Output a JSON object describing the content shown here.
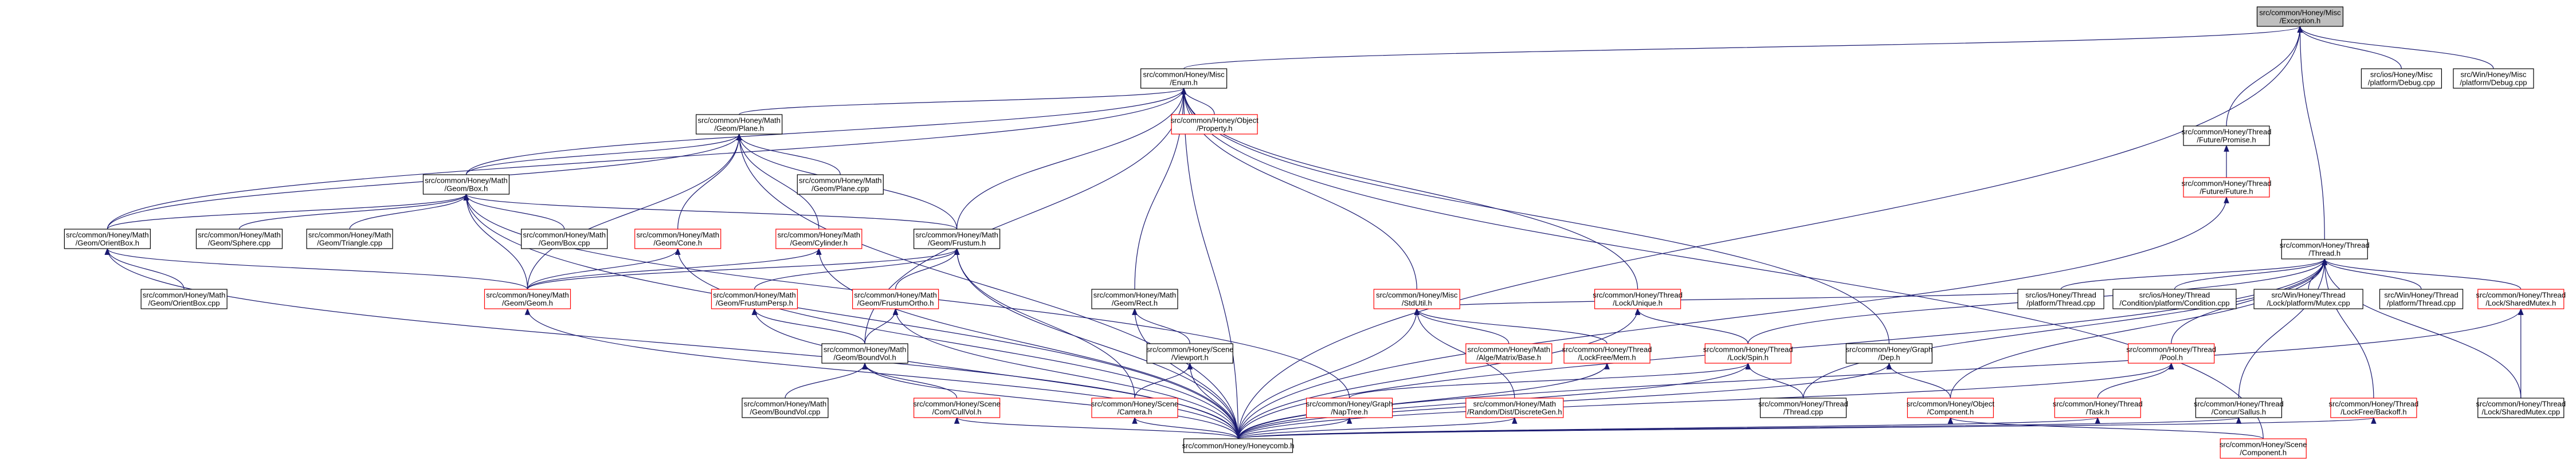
{
  "colors": {
    "edge": "#191970",
    "node_border": "#000000",
    "missing_doc_border": "#ff0000",
    "root_fill": "#bfbfbf",
    "background": "#ffffff"
  },
  "nodes": {
    "exception": {
      "lines": [
        "src/common/Honey/Misc",
        "/Exception.h"
      ],
      "style": "root"
    },
    "enum": {
      "lines": [
        "src/common/Honey/Misc",
        "/Enum.h"
      ],
      "style": "normal"
    },
    "ios_debug": {
      "lines": [
        "src/ios/Honey/Misc",
        "/platform/Debug.cpp"
      ],
      "style": "normal"
    },
    "win_debug": {
      "lines": [
        "src/Win/Honey/Misc",
        "/platform/Debug.cpp"
      ],
      "style": "normal"
    },
    "future_promise": {
      "lines": [
        "src/common/Honey/Thread",
        "/Future/Promise.h"
      ],
      "style": "normal"
    },
    "future_future": {
      "lines": [
        "src/common/Honey/Thread",
        "/Future/Future.h"
      ],
      "style": "red"
    },
    "plane_h": {
      "lines": [
        "src/common/Honey/Math",
        "/Geom/Plane.h"
      ],
      "style": "normal"
    },
    "object_property": {
      "lines": [
        "src/common/Honey/Object",
        "/Property.h"
      ],
      "style": "red"
    },
    "box_h": {
      "lines": [
        "src/common/Honey/Math",
        "/Geom/Box.h"
      ],
      "style": "normal"
    },
    "plane_cpp": {
      "lines": [
        "src/common/Honey/Math",
        "/Geom/Plane.cpp"
      ],
      "style": "normal"
    },
    "orientbox_h": {
      "lines": [
        "src/common/Honey/Math",
        "/Geom/OrientBox.h"
      ],
      "style": "normal"
    },
    "sphere_cpp": {
      "lines": [
        "src/common/Honey/Math",
        "/Geom/Sphere.cpp"
      ],
      "style": "normal"
    },
    "triangle_cpp": {
      "lines": [
        "src/common/Honey/Math",
        "/Geom/Triangle.cpp"
      ],
      "style": "normal"
    },
    "box_cpp": {
      "lines": [
        "src/common/Honey/Math",
        "/Geom/Box.cpp"
      ],
      "style": "normal"
    },
    "cone_h": {
      "lines": [
        "src/common/Honey/Math",
        "/Geom/Cone.h"
      ],
      "style": "red"
    },
    "cylinder_h": {
      "lines": [
        "src/common/Honey/Math",
        "/Geom/Cylinder.h"
      ],
      "style": "red"
    },
    "frustum_h": {
      "lines": [
        "src/common/Honey/Math",
        "/Geom/Frustum.h"
      ],
      "style": "normal"
    },
    "thread_h": {
      "lines": [
        "src/common/Honey/Thread",
        "/Thread.h"
      ],
      "style": "normal"
    },
    "orientbox_cpp": {
      "lines": [
        "src/common/Honey/Math",
        "/Geom/OrientBox.cpp"
      ],
      "style": "normal"
    },
    "geom_h": {
      "lines": [
        "src/common/Honey/Math",
        "/Geom/Geom.h"
      ],
      "style": "red"
    },
    "frustumpersp_h": {
      "lines": [
        "src/common/Honey/Math",
        "/Geom/FrustumPersp.h"
      ],
      "style": "red"
    },
    "frustumortho_h": {
      "lines": [
        "src/common/Honey/Math",
        "/Geom/FrustumOrtho.h"
      ],
      "style": "red"
    },
    "rect_h": {
      "lines": [
        "src/common/Honey/Math",
        "/Geom/Rect.h"
      ],
      "style": "normal"
    },
    "stdutil_h": {
      "lines": [
        "src/common/Honey/Misc",
        "/StdUtil.h"
      ],
      "style": "red"
    },
    "lock_unique": {
      "lines": [
        "src/common/Honey/Thread",
        "/Lock/Unique.h"
      ],
      "style": "red"
    },
    "ios_thread_cpp": {
      "lines": [
        "src/ios/Honey/Thread",
        "/platform/Thread.cpp"
      ],
      "style": "normal"
    },
    "ios_condition": {
      "lines": [
        "src/ios/Honey/Thread",
        "/Condition/platform/Condition.cpp"
      ],
      "style": "normal"
    },
    "win_mutex": {
      "lines": [
        "src/Win/Honey/Thread",
        "/Lock/platform/Mutex.cpp"
      ],
      "style": "normal"
    },
    "win_thread_cpp": {
      "lines": [
        "src/Win/Honey/Thread",
        "/platform/Thread.cpp"
      ],
      "style": "normal"
    },
    "lock_sharedmutex_h": {
      "lines": [
        "src/common/Honey/Thread",
        "/Lock/SharedMutex.h"
      ],
      "style": "red"
    },
    "boundvol_h": {
      "lines": [
        "src/common/Honey/Math",
        "/Geom/BoundVol.h"
      ],
      "style": "normal"
    },
    "viewport_h": {
      "lines": [
        "src/common/Honey/Scene",
        "/Viewport.h"
      ],
      "style": "normal"
    },
    "alge_matrix": {
      "lines": [
        "src/common/Honey/Math",
        "/Alge/Matrix/Base.h"
      ],
      "style": "red"
    },
    "lockfree_mem": {
      "lines": [
        "src/common/Honey/Thread",
        "/LockFree/Mem.h"
      ],
      "style": "red"
    },
    "lock_spin": {
      "lines": [
        "src/common/Honey/Thread",
        "/Lock/Spin.h"
      ],
      "style": "red"
    },
    "graph_dep": {
      "lines": [
        "src/common/Honey/Graph",
        "/Dep.h"
      ],
      "style": "normal"
    },
    "pool_h": {
      "lines": [
        "src/common/Honey/Thread",
        "/Pool.h"
      ],
      "style": "red"
    },
    "boundvol_cpp": {
      "lines": [
        "src/common/Honey/Math",
        "/Geom/BoundVol.cpp"
      ],
      "style": "normal"
    },
    "culivol_h": {
      "lines": [
        "src/common/Honey/Scene",
        "/Com/CullVol.h"
      ],
      "style": "red"
    },
    "camera_h": {
      "lines": [
        "src/common/Honey/Scene",
        "/Camera.h"
      ],
      "style": "red"
    },
    "graph_aptree": {
      "lines": [
        "src/common/Honey/Graph",
        "/NapTree.h"
      ],
      "style": "red"
    },
    "random_dist": {
      "lines": [
        "src/common/Honey/Math",
        "/Random/Dist/DiscreteGen.h"
      ],
      "style": "red"
    },
    "thread_cpp": {
      "lines": [
        "src/common/Honey/Thread",
        "/Thread.cpp"
      ],
      "style": "normal"
    },
    "object_component": {
      "lines": [
        "src/common/Honey/Object",
        "/Component.h"
      ],
      "style": "red"
    },
    "task_h": {
      "lines": [
        "src/common/Honey/Thread",
        "/Task.h"
      ],
      "style": "red"
    },
    "concur_sallus": {
      "lines": [
        "src/common/Honey/Thread",
        "/Concur/Sallus.h"
      ],
      "style": "normal"
    },
    "lockfree_backoff": {
      "lines": [
        "src/common/Honey/Thread",
        "/LockFree/Backoff.h"
      ],
      "style": "red"
    },
    "lock_sharedmutex_cpp": {
      "lines": [
        "src/common/Honey/Thread",
        "/Lock/SharedMutex.cpp"
      ],
      "style": "normal"
    },
    "honeycomb": {
      "lines": [
        "src/common/Honey/Honeycomb.h"
      ],
      "style": "normal"
    },
    "scene_component": {
      "lines": [
        "src/common/Honey/Scene",
        "/Component.h"
      ],
      "style": "red"
    }
  }
}
